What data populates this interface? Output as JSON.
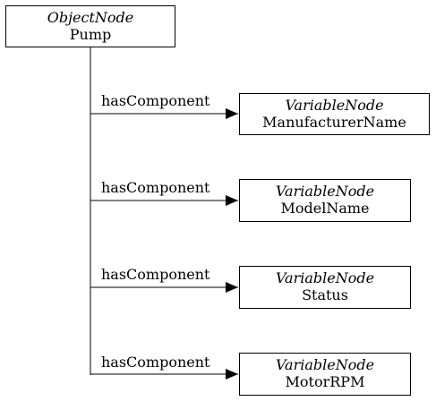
{
  "root": {
    "type": "ObjectNode",
    "name": "Pump"
  },
  "children": [
    {
      "reference": "hasComponent",
      "type": "VariableNode",
      "name": "ManufacturerName"
    },
    {
      "reference": "hasComponent",
      "type": "VariableNode",
      "name": "ModelName"
    },
    {
      "reference": "hasComponent",
      "type": "VariableNode",
      "name": "Status"
    },
    {
      "reference": "hasComponent",
      "type": "VariableNode",
      "name": "MotorRPM"
    }
  ]
}
